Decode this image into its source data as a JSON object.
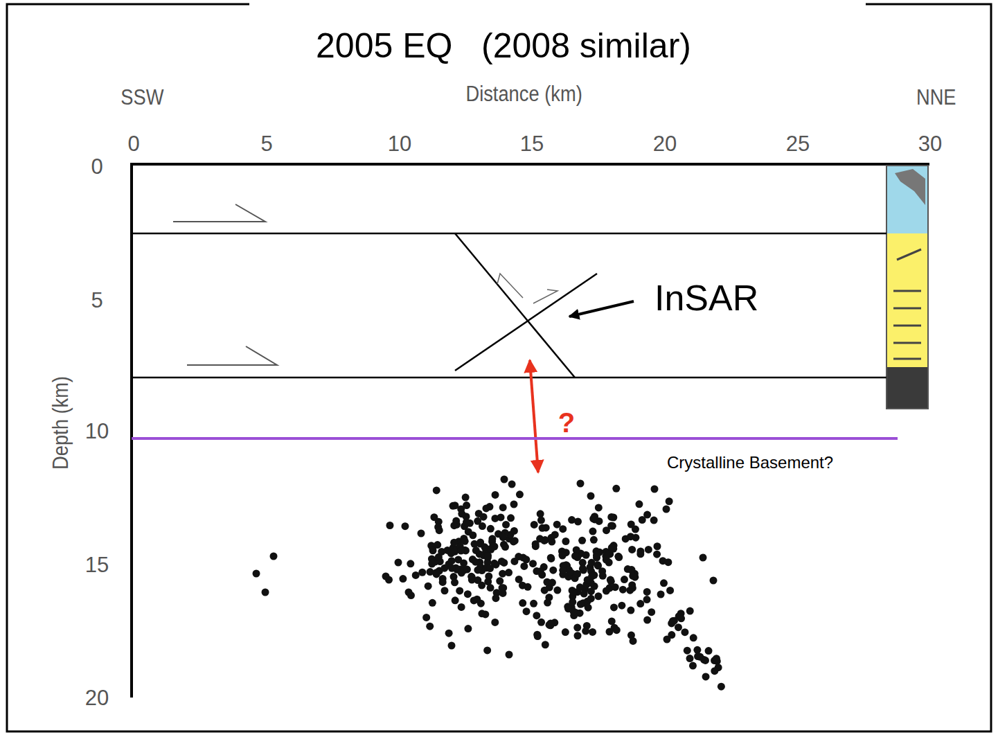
{
  "diagram": {
    "title": "2005 EQ   (2008 similar)",
    "labels": [
      "SSW",
      "Distance (km)",
      "NNE",
      "0",
      "5",
      "10",
      "15",
      "20",
      "25",
      "30",
      "0",
      "5",
      "10",
      "15",
      "20",
      "Depth (km)",
      "InSAR",
      "?",
      "Crystalline Basement?"
    ]
  }
}
